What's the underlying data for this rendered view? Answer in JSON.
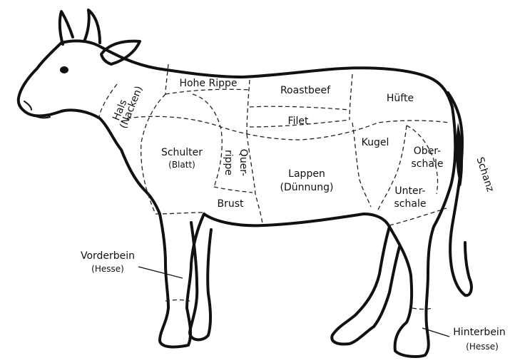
{
  "labels": {
    "hals": "Hals",
    "nacken": "(Nacken)",
    "hohe_rippe": "Hohe Rippe",
    "roastbeef": "Roastbeef",
    "huefte": "Hüfte",
    "filet": "Filet",
    "kugel": "Kugel",
    "oberschale_1": "Ober-",
    "oberschale_2": "schale",
    "unterschale_1": "Unter-",
    "unterschale_2": "schale",
    "schulter": "Schulter",
    "blatt": "(Blatt)",
    "querrippe_1": "Quer-",
    "querrippe_2": "rippe",
    "lappen": "Lappen",
    "duennung": "(Dünnung)",
    "brust": "Brust",
    "schanz": "Schanz",
    "vorderbein": "Vorderbein",
    "vorderbein_sub": "(Hesse)",
    "hinterbein": "Hinterbein",
    "hinterbein_sub": "(Hesse)"
  }
}
